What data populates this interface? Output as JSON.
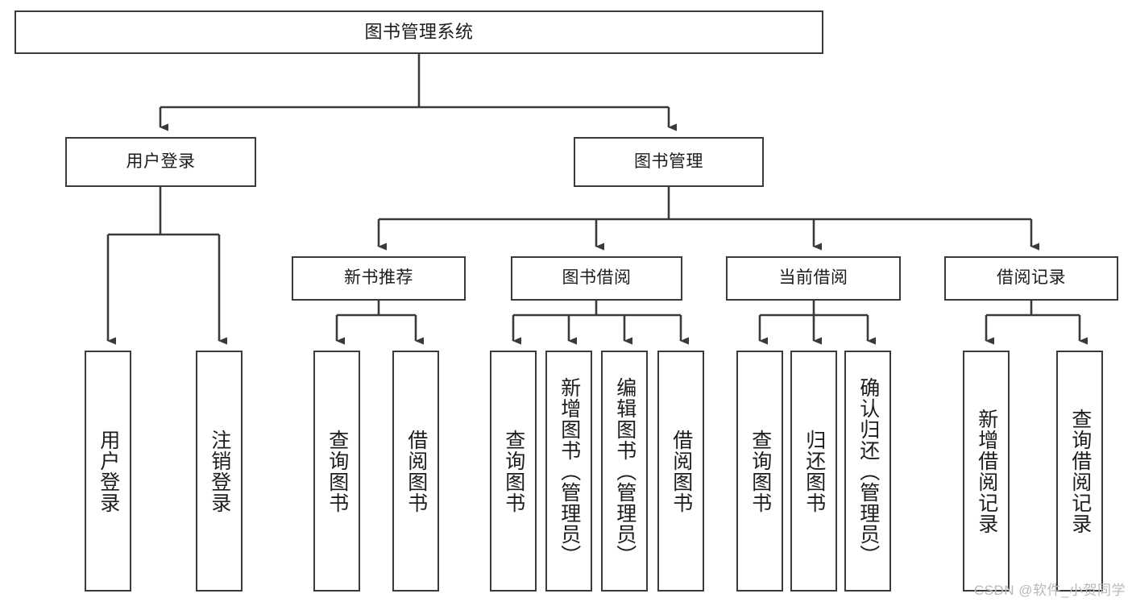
{
  "diagram": {
    "title": "图书管理系统",
    "root": {
      "label": "图书管理系统"
    },
    "level1": [
      {
        "label": "用户登录"
      },
      {
        "label": "图书管理"
      }
    ],
    "level2": [
      {
        "label": "新书推荐"
      },
      {
        "label": "图书借阅"
      },
      {
        "label": "当前借阅"
      },
      {
        "label": "借阅记录"
      }
    ],
    "leaves": [
      {
        "label": "用户登录"
      },
      {
        "label": "注销登录"
      },
      {
        "label": "查询图书"
      },
      {
        "label": "借阅图书"
      },
      {
        "label": "查询图书"
      },
      {
        "label": "新增图书（管理员）"
      },
      {
        "label": "编辑图书（管理员）"
      },
      {
        "label": "借阅图书"
      },
      {
        "label": "查询图书"
      },
      {
        "label": "归还图书"
      },
      {
        "label": "确认归还（管理员）"
      },
      {
        "label": "新增借阅记录"
      },
      {
        "label": "查询借阅记录"
      }
    ]
  },
  "watermark": {
    "text": "CSDN @软件_小贺同学"
  },
  "colors": {
    "stroke": "#3a3a3a",
    "background": "#ffffff",
    "text": "#1c1c1c",
    "watermark": "#b9b9b9"
  }
}
